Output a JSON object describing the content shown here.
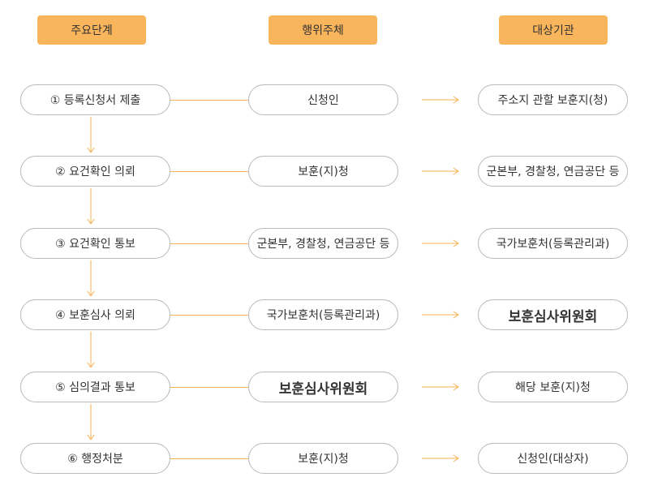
{
  "headers": [
    "주요단계",
    "행위주체",
    "대상기관"
  ],
  "steps": [
    {
      "stage": "① 등록신청서 제출",
      "actor": "신청인",
      "target": "주소지 관할 보훈지(청)"
    },
    {
      "stage": "② 요건확인 의뢰",
      "actor": "보훈(지)청",
      "target": "군본부, 경찰청, 연금공단 등"
    },
    {
      "stage": "③ 요건확인 통보",
      "actor": "군본부, 경찰청, 연금공단 등",
      "target": "국가보훈처(등록관리과)"
    },
    {
      "stage": "④ 보훈심사 의뢰",
      "actor": "국가보훈처(등록관리과)",
      "target": "보훈심사위원회"
    },
    {
      "stage": "⑤ 심의결과 통보",
      "actor": "보훈심사위원회",
      "target": "해당 보훈(지)청"
    },
    {
      "stage": "⑥ 행정처분",
      "actor": "보훈(지)청",
      "target": "신청인(대상자)"
    }
  ],
  "colors": {
    "header_bg": "#f9b55c",
    "connector": "#f5b14f",
    "pill_border": "#b9b9b9",
    "text": "#333333"
  }
}
